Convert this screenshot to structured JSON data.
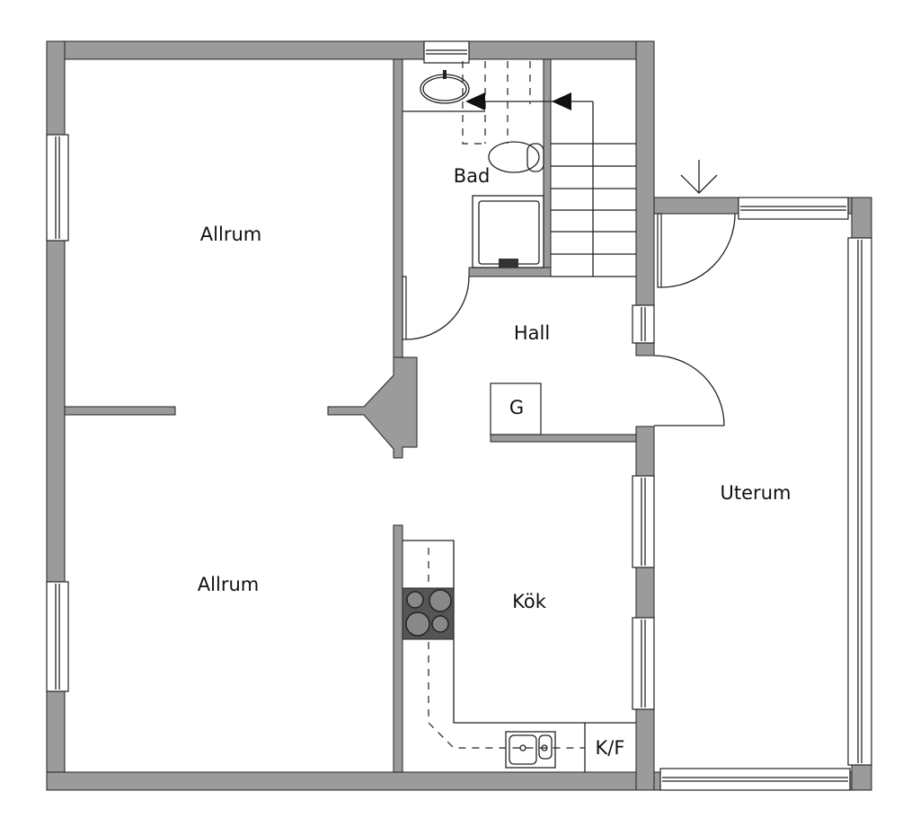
{
  "rooms": {
    "allrum_top": "Allrum",
    "allrum_bottom": "Allrum",
    "bad": "Bad",
    "hall": "Hall",
    "kok": "Kök",
    "uterum": "Uterum",
    "g": "G",
    "kf": "K/F"
  },
  "colors": {
    "wall": "#9b9b9b",
    "stove": "#555555"
  }
}
